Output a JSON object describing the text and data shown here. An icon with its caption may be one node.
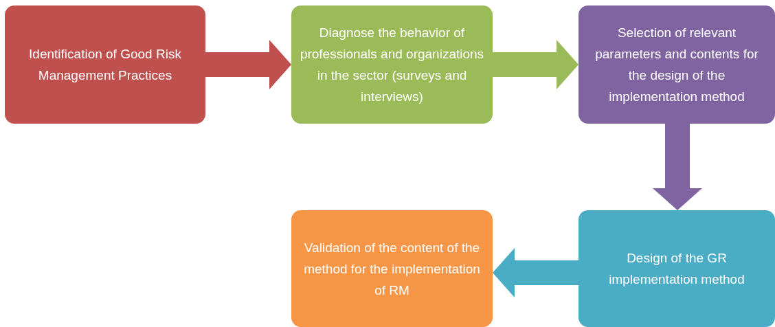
{
  "diagram": {
    "nodes": [
      {
        "text": [
          "Identification of Good Risk Management Practices"
        ]
      },
      {
        "text": [
          "Diagnose the behavior of professionals and organizations in the sector (surveys and interviews)"
        ]
      },
      {
        "text": [
          "Selection of relevant parameters and contents for the design of the implementation method"
        ]
      },
      {
        "text": [
          "Design of the GR implementation method"
        ]
      },
      {
        "text": [
          "Validation of the content of the method for the implementation of RM"
        ]
      }
    ],
    "edges": [
      {
        "from": 0,
        "to": 1,
        "arrow": "to",
        "color": "#c0504d"
      },
      {
        "from": 1,
        "to": 2,
        "arrow": "to",
        "color": "#9bbb59"
      },
      {
        "from": 2,
        "to": 3,
        "arrow": "to",
        "color": "#8064a2"
      },
      {
        "from": 3,
        "to": 4,
        "arrow": "to",
        "color": "#4bacc6"
      }
    ]
  }
}
